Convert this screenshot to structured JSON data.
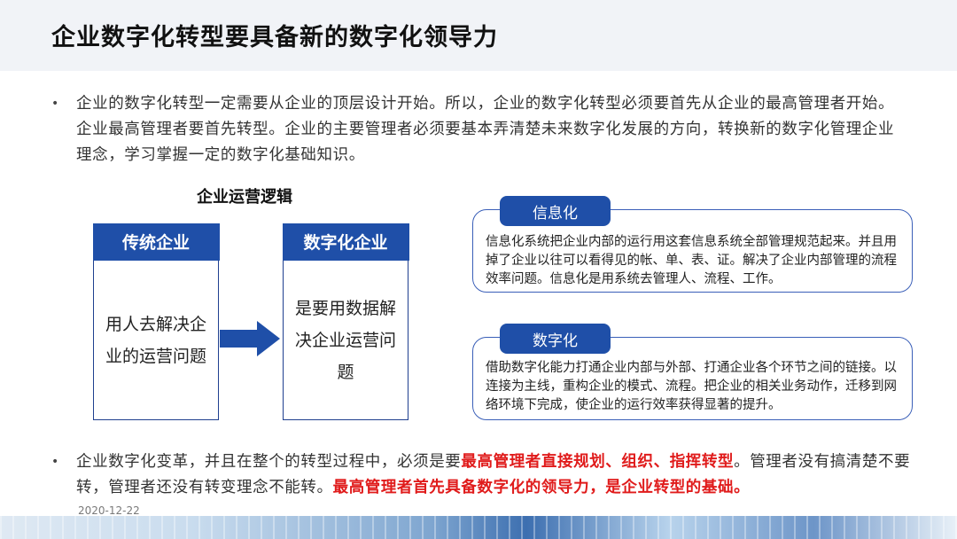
{
  "header": {
    "title": "企业数字化转型要具备新的数字化领导力"
  },
  "bullet1": {
    "marker": "•",
    "text": "企业的数字化转型一定需要从企业的顶层设计开始。所以，企业的数字化转型必须要首先从企业的最高管理者开始。企业最高管理者要首先转型。企业的主要管理者必须要基本弄清楚未来数字化发展的方向，转换新的数字化管理企业理念，学习掌握一定的数字化基础知识。"
  },
  "logic": {
    "title": "企业运营逻辑",
    "traditional": {
      "head": "传统企业",
      "body": "用人去解决企业的运营问题"
    },
    "digital": {
      "head": "数字化企业",
      "body": "是要用数据解决企业运营问题"
    }
  },
  "cards": {
    "info": {
      "tag": "信息化",
      "text": "信息化系统把企业内部的运行用这套信息系统全部管理规范起来。并且用掉了企业以往可以看得见的帐、单、表、证。解决了企业内部管理的流程效率问题。信息化是用系统去管理人、流程、工作。"
    },
    "digital": {
      "tag": "数字化",
      "text": "借助数字化能力打通企业内部与外部、打通企业各个环节之间的链接。以连接为主线，重构企业的模式、流程。把企业的相关业务动作，迁移到网络环境下完成，使企业的运行效率获得显著的提升。"
    }
  },
  "bullet2": {
    "marker": "•",
    "part1": "企业数字化变革，并且在整个的转型过程中，必须是要",
    "red1": "最高管理者直接规划、组织、指挥转型",
    "part2": "。管理者没有搞清楚不要转，管理者还没有转变理念不能转。",
    "red2": "最高管理者首先具备数字化的领导力，是企业转型的基础。"
  },
  "footer": {
    "date": "2020-12-22"
  },
  "colors": {
    "accent": "#1f4fa8",
    "highlight": "#e01b1b",
    "header_bg": "#f1f3f7"
  },
  "icons": {
    "arrow": "right-arrow-icon"
  }
}
